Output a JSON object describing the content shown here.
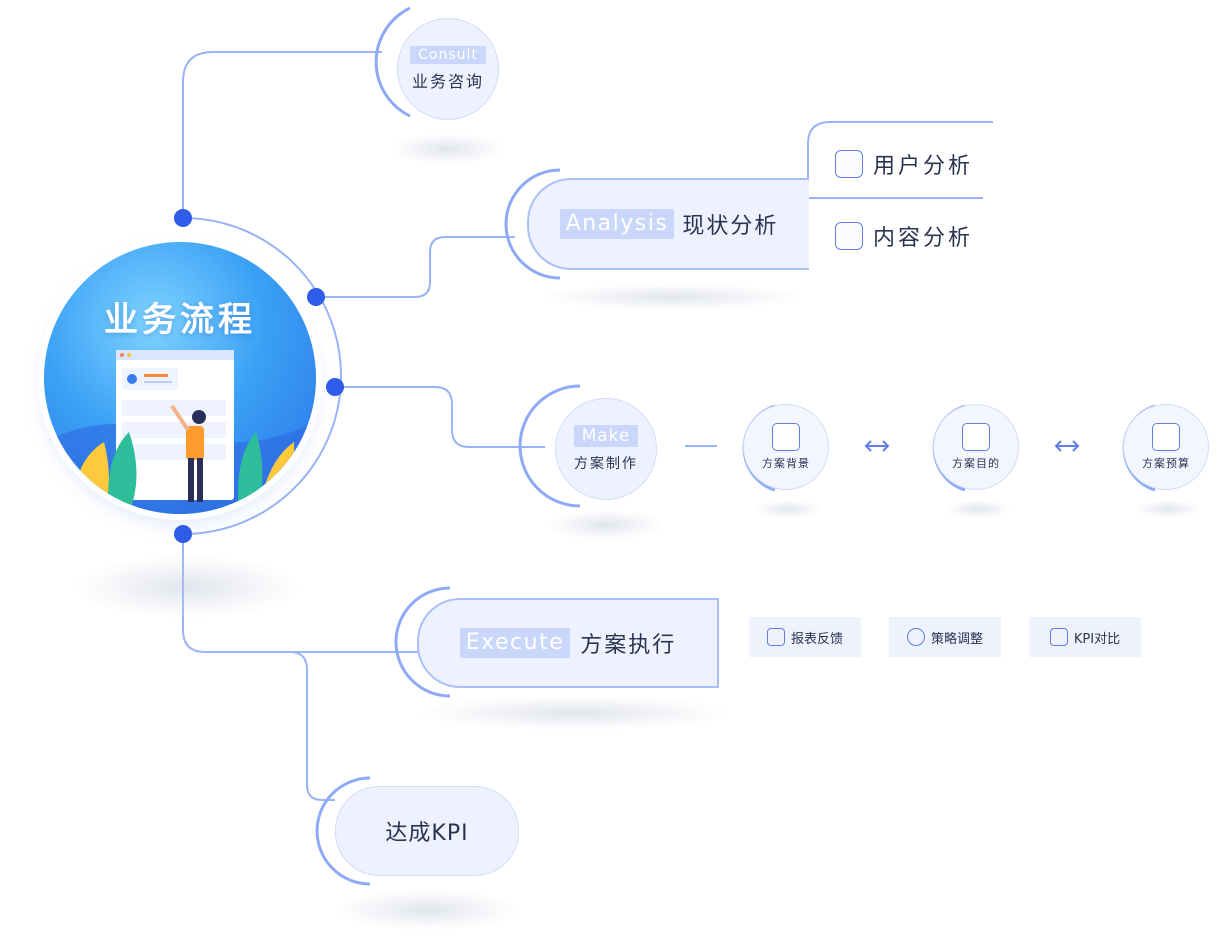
{
  "center": {
    "title": "业务流程"
  },
  "consult": {
    "tag": "Consult",
    "label": "业务咨询"
  },
  "analysis": {
    "tag": "Analysis",
    "label": "现状分析",
    "items": [
      "用户分析",
      "内容分析"
    ],
    "icons": [
      "user-chart-icon",
      "content-chart-icon"
    ]
  },
  "make": {
    "tag": "Make",
    "label": "方案制作",
    "steps": [
      "方案背景",
      "方案目的",
      "方案预算"
    ],
    "icons": [
      "document-search-icon",
      "checklist-icon",
      "budget-receipt-icon"
    ]
  },
  "execute": {
    "tag": "Execute",
    "label": "方案执行",
    "items": [
      "报表反馈",
      "策略调整",
      "KPI对比"
    ],
    "icons": [
      "bar-chart-icon",
      "trend-icon",
      "layers-icon"
    ]
  },
  "kpi": {
    "label": "达成KPI"
  },
  "colors": {
    "accent": "#2f5ce8",
    "line": "#9bb3f5",
    "fill": "#eef2ff",
    "tag": "#c9d7fb"
  }
}
